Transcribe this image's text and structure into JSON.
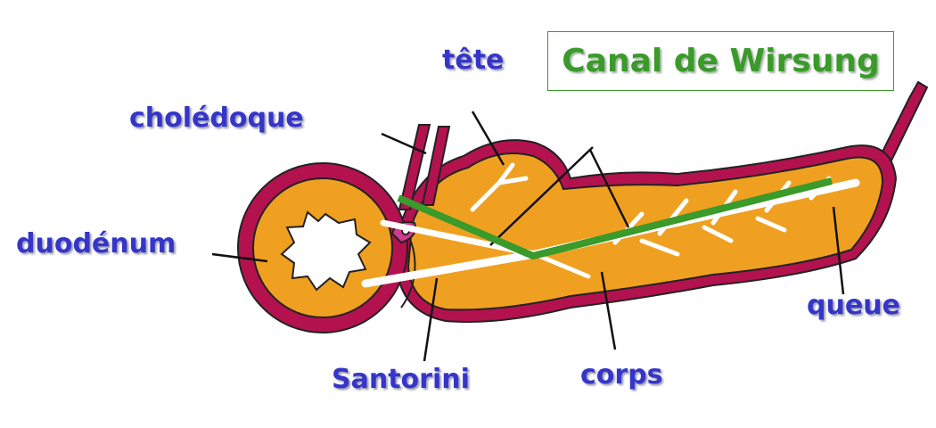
{
  "title": "Canal de Wirsung",
  "labels": {
    "tete": "tête",
    "choledoque": "cholédoque",
    "duodenum": "duodénum",
    "santorini": "Santorini",
    "corps": "corps",
    "queue": "queue"
  },
  "colors": {
    "label": "#3535c8",
    "duct_line": "#3a9a2a",
    "wall": "#b3124f",
    "tissue": "#f0a020"
  }
}
